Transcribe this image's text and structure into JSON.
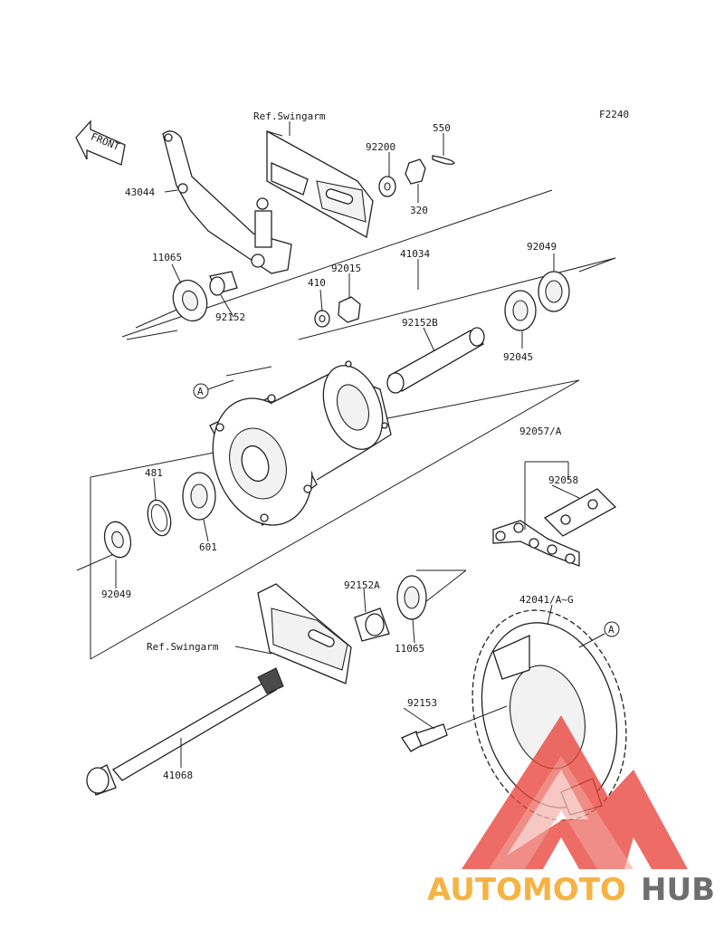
{
  "diagram": {
    "code": "F2240",
    "front_label": "FRONT",
    "ref_swingarm_top": "Ref.Swingarm",
    "ref_swingarm_bottom": "Ref.Swingarm",
    "ref_a_left": "A",
    "ref_a_right": "A",
    "parts": {
      "p43044": "43044",
      "p550": "550",
      "p92200": "92200",
      "p320": "320",
      "p11065_top": "11065",
      "p92152": "92152",
      "p410": "410",
      "p92015": "92015",
      "p41034": "41034",
      "p92049_top": "92049",
      "p92152B": "92152B",
      "p92045": "92045",
      "p92057A": "92057/A",
      "p92058": "92058",
      "p481": "481",
      "p601": "601",
      "p92049_bottom": "92049",
      "p92152A": "92152A",
      "p42041": "42041/A~G",
      "p11065_bottom": "11065",
      "p92153": "92153",
      "p41068": "41068"
    }
  },
  "watermark": {
    "brand_part1": "AUTOMOTO",
    "brand_part2": "HUB",
    "color_orange": "#f5a623",
    "color_red": "#e8453c",
    "color_grey": "#555555"
  }
}
